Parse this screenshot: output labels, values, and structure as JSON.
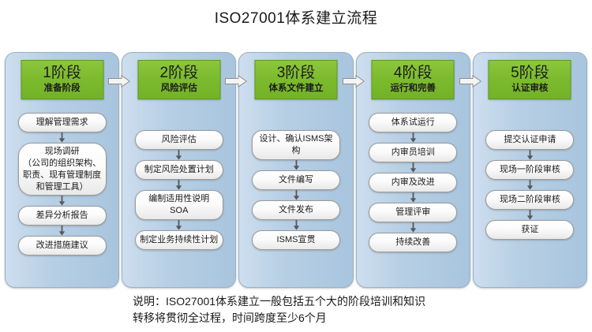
{
  "title": "ISO27001体系建立流程",
  "stages": [
    {
      "header_title": "1阶段",
      "header_sub": "准备阶段",
      "steps_top": 76,
      "steps": [
        "理解管理需求",
        "现场调研\n（公司的组织架构、\n职责、现有管理制度\n和管理工具）",
        "差异分析报告",
        "改进措施建议"
      ]
    },
    {
      "header_title": "2阶段",
      "header_sub": "风险评估",
      "steps_top": 98,
      "steps": [
        "风险评估",
        "制定风险处置计划",
        "编制适用性说明SOA",
        "制定业务持续性计划"
      ]
    },
    {
      "header_title": "3阶段",
      "header_sub": "体系文件建立",
      "steps_top": 98,
      "steps": [
        "设计、确认ISMS架构",
        "文件编写",
        "文件发布",
        "ISMS宣贯"
      ]
    },
    {
      "header_title": "4阶段",
      "header_sub": "运行和完善",
      "steps_top": 76,
      "steps": [
        "体系试运行",
        "内审员培训",
        "内审及改进",
        "管理评审",
        "持续改善"
      ]
    },
    {
      "header_title": "5阶段",
      "header_sub": "认证审核",
      "steps_top": 98,
      "steps": [
        "提交认证申请",
        "现场一阶段审核",
        "现场二阶段审核",
        "获证"
      ]
    }
  ],
  "footer_note_lines": [
    "说明：ISO27001体系建立一般包括五个大的阶段培训和知识",
    "转移将贯彻全过程，时间跨度至少6个月"
  ],
  "colors": {
    "header_green": "#7dbb2e",
    "panel_blue": "#b7cfe4",
    "pill_white": "#fbfbfb",
    "border_gray": "#9a9a9a",
    "text_dark": "#1a1a1a"
  }
}
